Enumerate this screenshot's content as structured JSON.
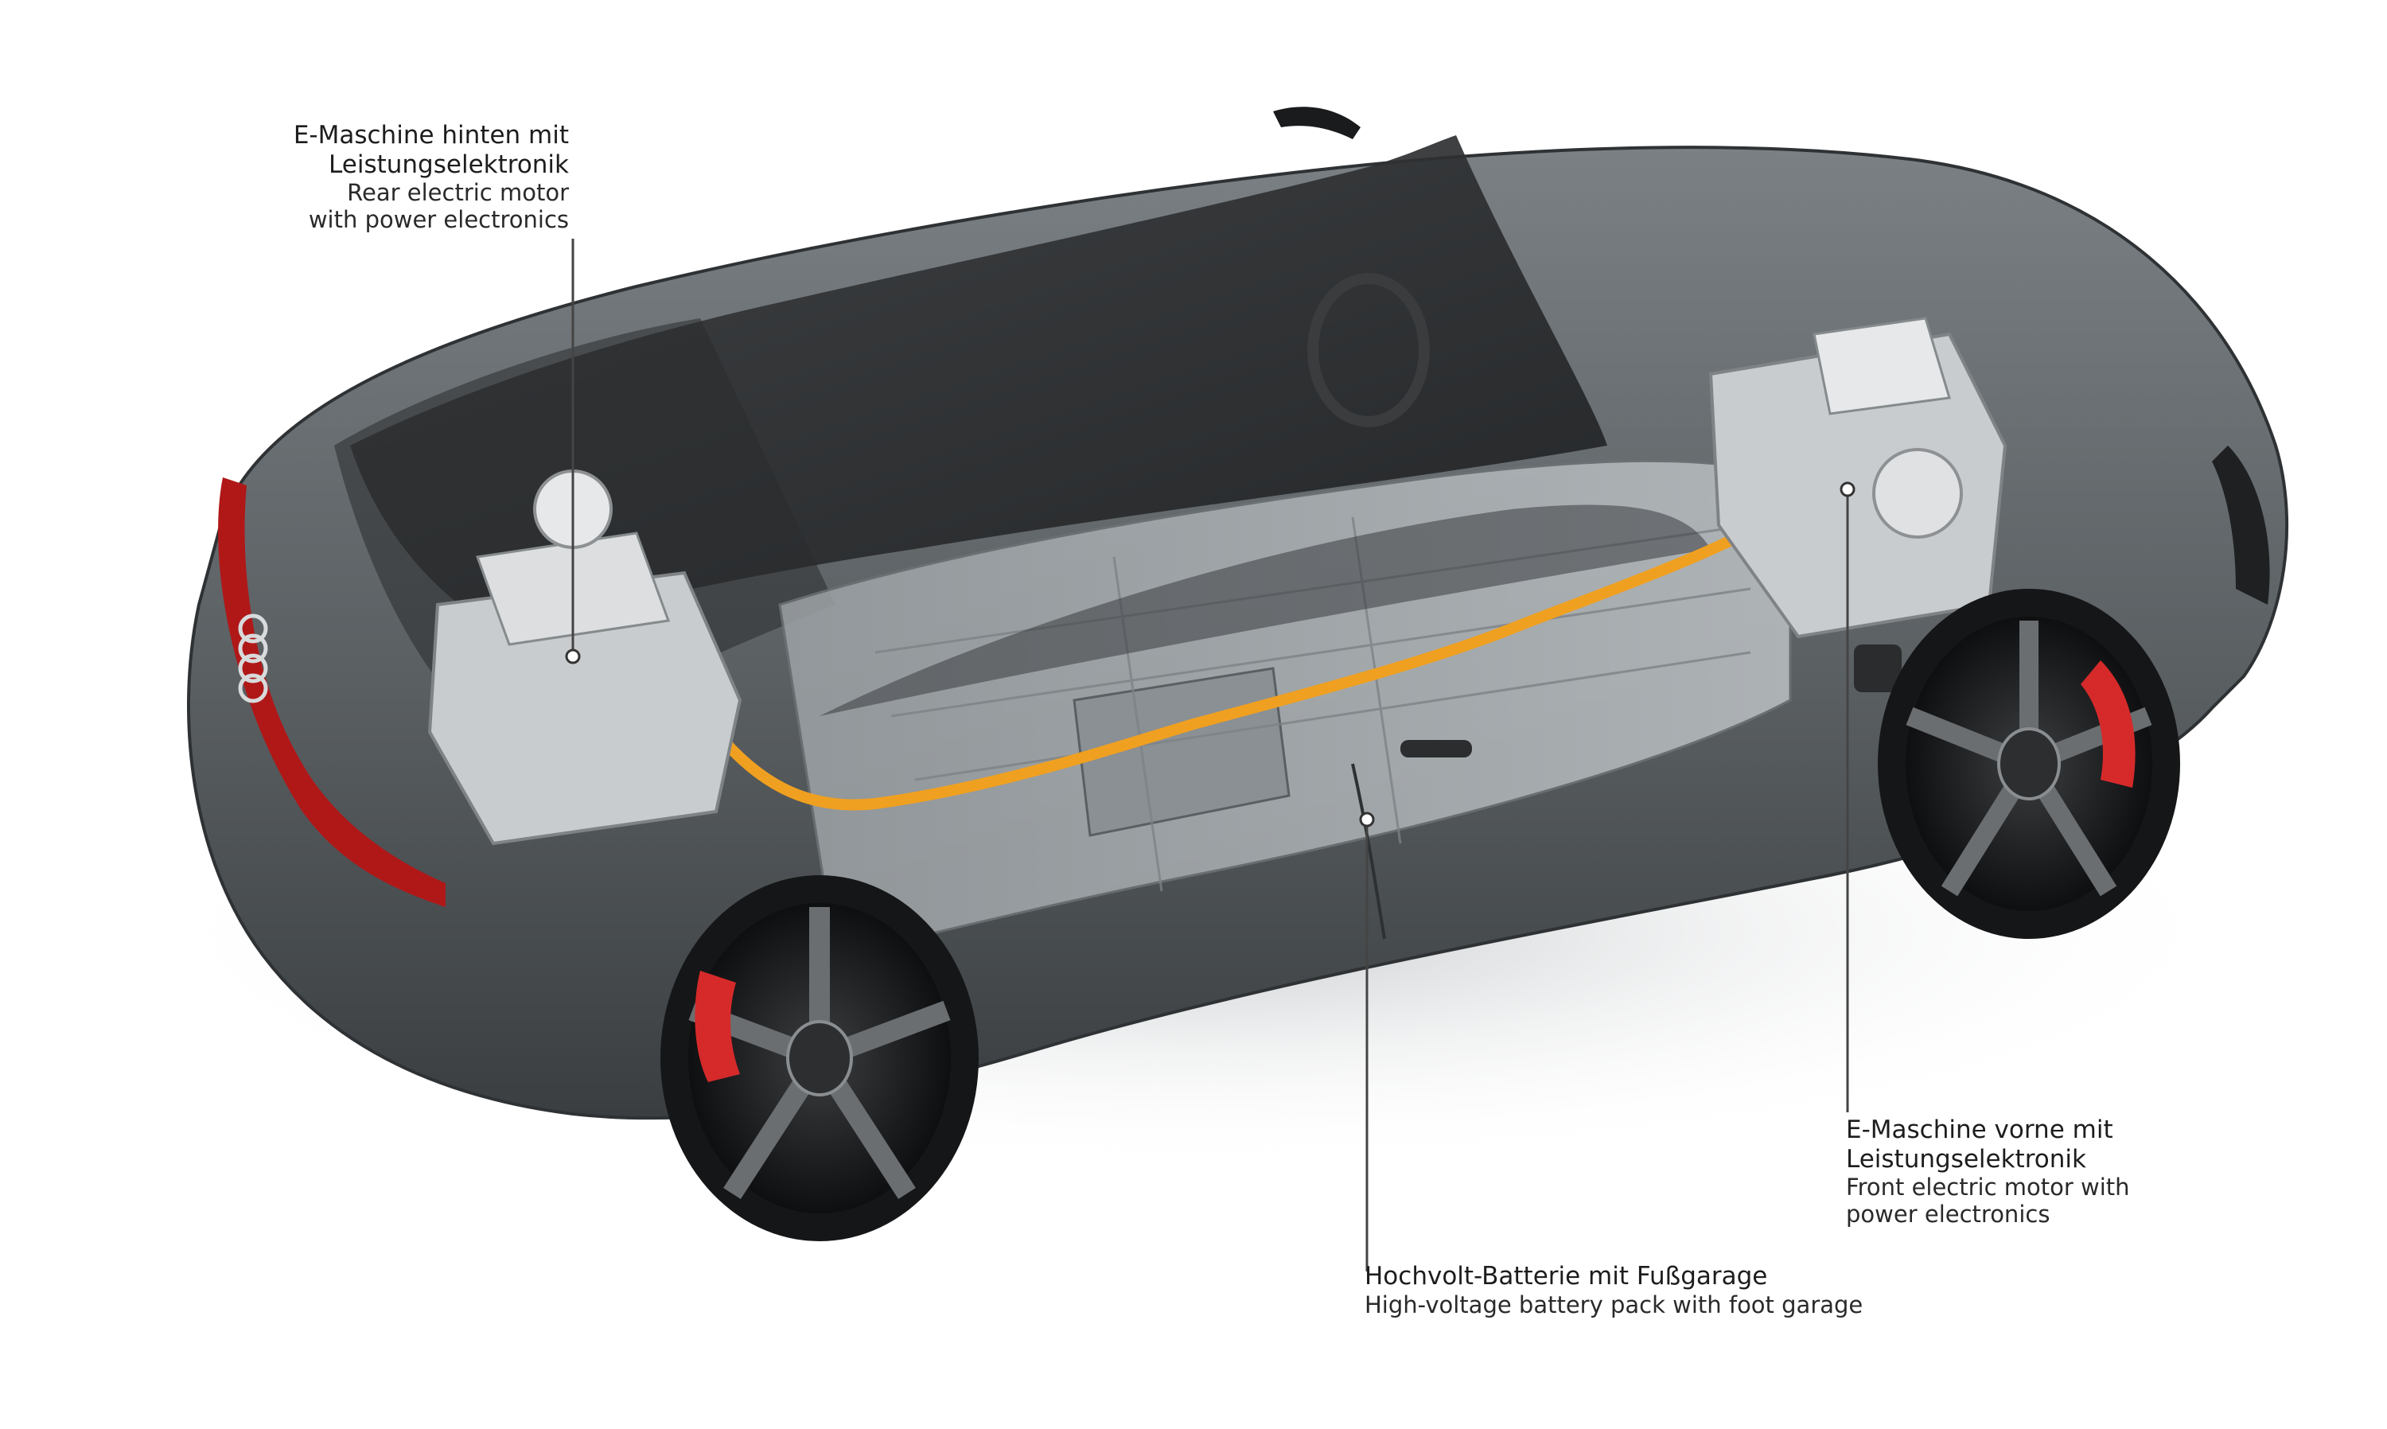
{
  "colors": {
    "body_paint": "#5a5f62",
    "glass": "#2b2d2f",
    "hv_cable": "#f0a020",
    "brake_caliper": "#d62a2a",
    "tail_light": "#b01818",
    "label_text": "#222222"
  },
  "callouts": {
    "rear_motor": {
      "de_line1": "E-Maschine hinten mit",
      "de_line2": "Leistungselektronik",
      "en_line1": "Rear electric motor",
      "en_line2": "with power electronics"
    },
    "front_motor": {
      "de_line1": "E-Maschine vorne mit",
      "de_line2": "Leistungselektronik",
      "en_line1": "Front electric motor with",
      "en_line2": "power electronics"
    },
    "battery": {
      "de_line1": "Hochvolt-Batterie mit Fußgarage",
      "en_line1": "High-voltage battery pack with foot garage"
    }
  }
}
